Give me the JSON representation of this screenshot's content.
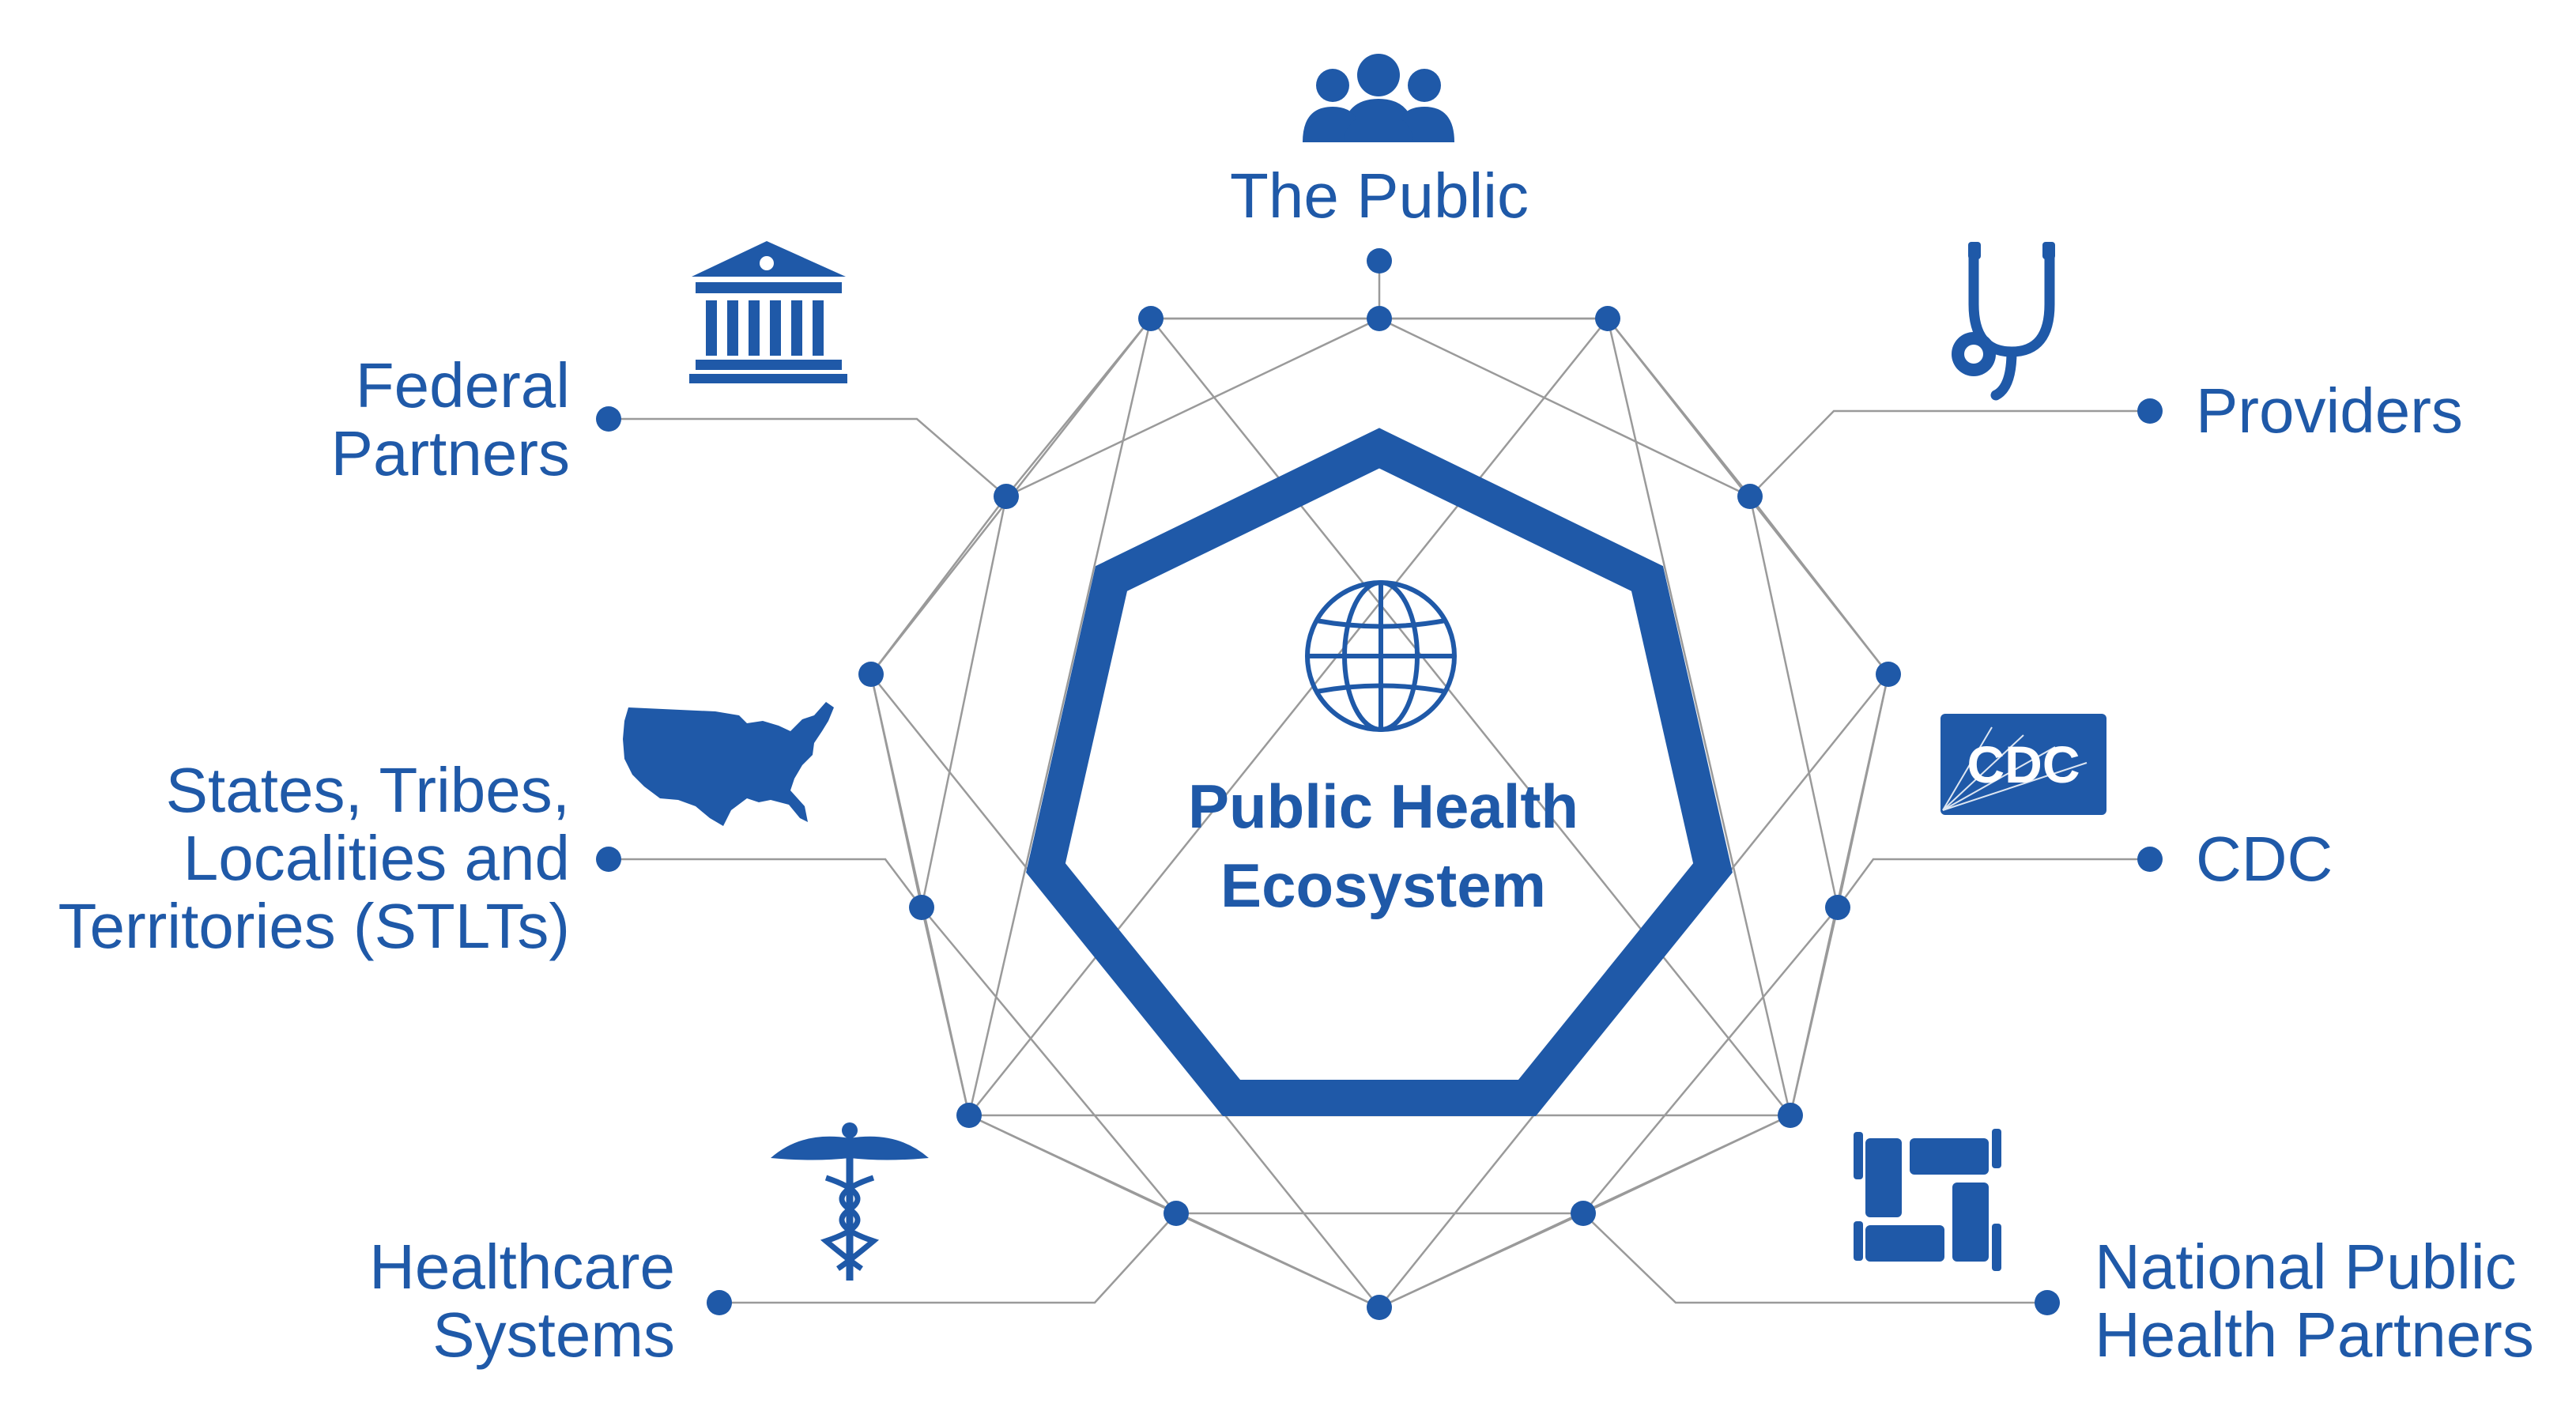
{
  "center": {
    "title_lines": [
      "Public Health",
      "Ecosystem"
    ],
    "icon": "globe-icon"
  },
  "nodes": {
    "public": {
      "lines": [
        "The Public"
      ],
      "icon": "people-group-icon"
    },
    "providers": {
      "lines": [
        "Providers"
      ],
      "icon": "stethoscope-icon"
    },
    "cdc": {
      "lines": [
        "CDC"
      ],
      "icon": "cdc-logo",
      "logo_text": "CDC"
    },
    "national": {
      "lines": [
        "National Public",
        "Health Partners"
      ],
      "icon": "joined-hands-icon"
    },
    "healthcare": {
      "lines": [
        "Healthcare",
        "Systems"
      ],
      "icon": "caduceus-icon"
    },
    "stlts": {
      "lines": [
        "States, Tribes,",
        "Localities and",
        "Territories (STLTs)"
      ],
      "icon": "usa-map-icon"
    },
    "federal": {
      "lines": [
        "Federal",
        "Partners"
      ],
      "icon": "government-building-icon"
    }
  },
  "colors": {
    "primary": "#1F59A8",
    "connector": "#9a9a9a",
    "background": "#ffffff"
  }
}
